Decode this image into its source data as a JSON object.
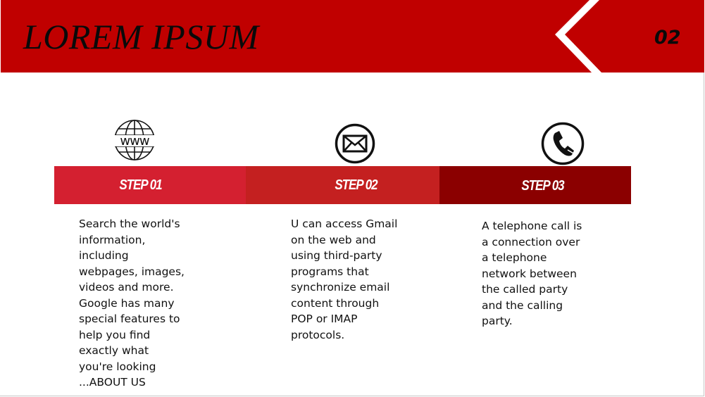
{
  "header": {
    "title": "LOREM IPSUM",
    "page_number": "02",
    "background_color": "#c00000"
  },
  "steps": [
    {
      "label": "STEP 01",
      "icon": "www-globe-icon",
      "bar_color": "#d42030",
      "description": "Search the world's\ninformation,\nincluding\nwebpages, images,\nvideos and more.\nGoogle has many\nspecial features to\nhelp you find\nexactly what\nyou're looking\n...ABOUT US"
    },
    {
      "label": "STEP 02",
      "icon": "mail-icon",
      "bar_color": "#c42020",
      "description": "U can access Gmail\non the web and\nusing third-party\nprograms that\nsynchronize email\ncontent through\nPOP or IMAP\nprotocols."
    },
    {
      "label": "STEP 03",
      "icon": "phone-icon",
      "bar_color": "#8b0000",
      "description": "A telephone call is\na connection over\na telephone\nnetwork between\nthe called party\nand the calling\nparty."
    }
  ]
}
